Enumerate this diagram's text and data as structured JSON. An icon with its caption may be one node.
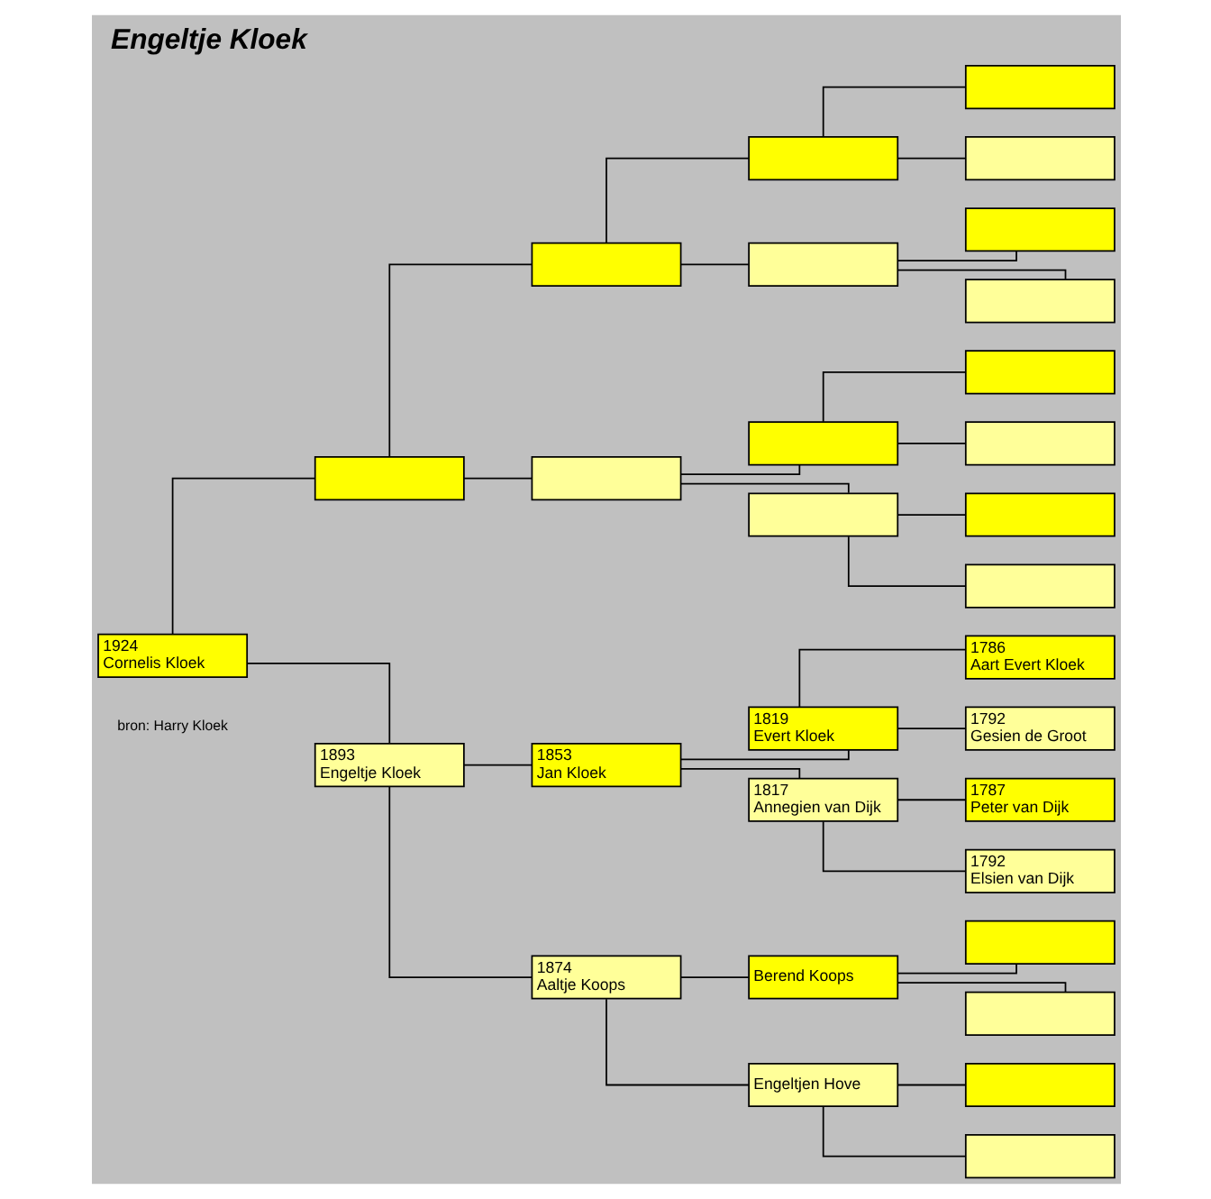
{
  "diagram": {
    "title": "Engeltje Kloek",
    "nodes": [
      {
        "text": [
          "1924",
          "Cornelis Kloek"
        ]
      },
      {
        "text": [],
        "shape": "box"
      },
      {
        "text": [
          "1893",
          "Engeltje Kloek"
        ]
      },
      {
        "text": [],
        "shape": "box"
      },
      {
        "text": [],
        "shape": "box"
      },
      {
        "text": [
          "1853",
          "Jan Kloek"
        ]
      },
      {
        "text": [
          "1874",
          "Aaltje Koops"
        ]
      },
      {
        "text": [],
        "shape": "box"
      },
      {
        "text": [],
        "shape": "box"
      },
      {
        "text": [],
        "shape": "box"
      },
      {
        "text": [],
        "shape": "box"
      },
      {
        "text": [
          "1819",
          "Evert Kloek"
        ]
      },
      {
        "text": [
          "1817",
          "Annegien van Dijk"
        ]
      },
      {
        "text": [
          "Berend Koops"
        ]
      },
      {
        "text": [
          "Engeltjen Hove"
        ]
      },
      {
        "text": [],
        "shape": "box"
      },
      {
        "text": [],
        "shape": "box"
      },
      {
        "text": [],
        "shape": "box"
      },
      {
        "text": [],
        "shape": "box"
      },
      {
        "text": [],
        "shape": "box"
      },
      {
        "text": [],
        "shape": "box"
      },
      {
        "text": [],
        "shape": "box"
      },
      {
        "text": [],
        "shape": "box"
      },
      {
        "text": [
          "1786",
          "Aart Evert Kloek"
        ]
      },
      {
        "text": [
          "1792",
          "Gesien de Groot"
        ]
      },
      {
        "text": [
          "1787",
          "Peter van Dijk"
        ]
      },
      {
        "text": [
          "1792",
          "Elsien van Dijk"
        ]
      },
      {
        "text": [],
        "shape": "box"
      },
      {
        "text": [],
        "shape": "box"
      },
      {
        "text": [],
        "shape": "box"
      },
      {
        "text": [],
        "shape": "box"
      }
    ],
    "edges": [
      {
        "from": 0,
        "to": 1,
        "arrow": "none"
      },
      {
        "from": 0,
        "to": 2,
        "arrow": "none"
      },
      {
        "from": 1,
        "to": 3,
        "arrow": "none"
      },
      {
        "from": 1,
        "to": 4,
        "arrow": "none"
      },
      {
        "from": 2,
        "to": 5,
        "arrow": "none"
      },
      {
        "from": 2,
        "to": 6,
        "arrow": "none"
      },
      {
        "from": 3,
        "to": 7,
        "arrow": "none"
      },
      {
        "from": 3,
        "to": 8,
        "arrow": "none"
      },
      {
        "from": 4,
        "to": 9,
        "arrow": "none"
      },
      {
        "from": 4,
        "to": 10,
        "arrow": "none"
      },
      {
        "from": 5,
        "to": 11,
        "arrow": "none"
      },
      {
        "from": 5,
        "to": 12,
        "arrow": "none"
      },
      {
        "from": 6,
        "to": 13,
        "arrow": "none"
      },
      {
        "from": 6,
        "to": 14,
        "arrow": "none"
      },
      {
        "from": 7,
        "to": 15,
        "arrow": "none"
      },
      {
        "from": 7,
        "to": 16,
        "arrow": "none"
      },
      {
        "from": 8,
        "to": 17,
        "arrow": "none"
      },
      {
        "from": 8,
        "to": 18,
        "arrow": "none"
      },
      {
        "from": 9,
        "to": 19,
        "arrow": "none"
      },
      {
        "from": 9,
        "to": 20,
        "arrow": "none"
      },
      {
        "from": 10,
        "to": 21,
        "arrow": "none"
      },
      {
        "from": 10,
        "to": 22,
        "arrow": "none"
      },
      {
        "from": 11,
        "to": 23,
        "arrow": "none"
      },
      {
        "from": 11,
        "to": 24,
        "arrow": "none"
      },
      {
        "from": 12,
        "to": 25,
        "arrow": "none"
      },
      {
        "from": 12,
        "to": 26,
        "arrow": "none"
      },
      {
        "from": 13,
        "to": 27,
        "arrow": "none"
      },
      {
        "from": 13,
        "to": 28,
        "arrow": "none"
      },
      {
        "from": 14,
        "to": 29,
        "arrow": "none"
      },
      {
        "from": 14,
        "to": 30,
        "arrow": "none"
      }
    ],
    "labels": [
      "bron: Harry Kloek"
    ]
  }
}
